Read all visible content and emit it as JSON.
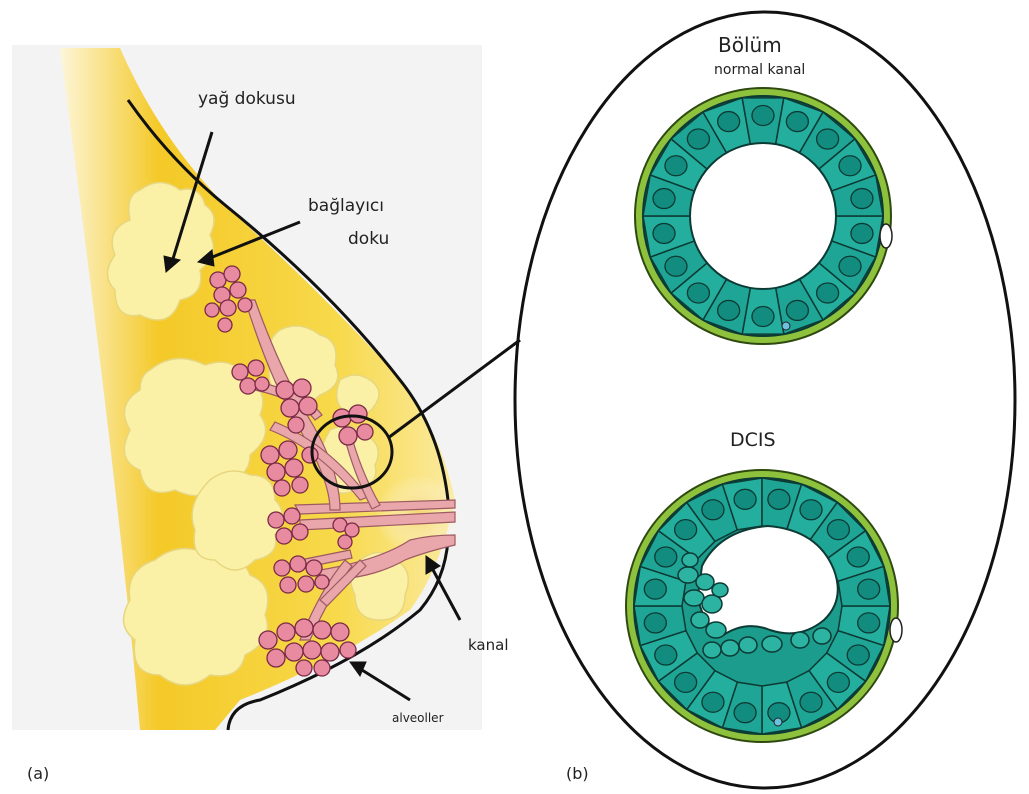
{
  "labels": {
    "fat_tissue": "yağ dokusu",
    "connective_line1": "bağlayıcı",
    "connective_line2": "doku",
    "duct": "kanal",
    "alveoli": "alveoller",
    "panel_a": "(a)",
    "panel_b": "(b)",
    "section_title": "Bölüm",
    "normal_duct": "normal kanal",
    "dcis": "DCIS"
  },
  "colors": {
    "fat_yellow": "#f2c420",
    "fat_pale": "#fbf0a0",
    "lobule_pink": "#d9607a",
    "duct_pink": "#e7a3a8",
    "cell_teal": "#1fa596",
    "cell_nucleus": "#0f8a80",
    "outer_layer": "#9ccc3c"
  }
}
